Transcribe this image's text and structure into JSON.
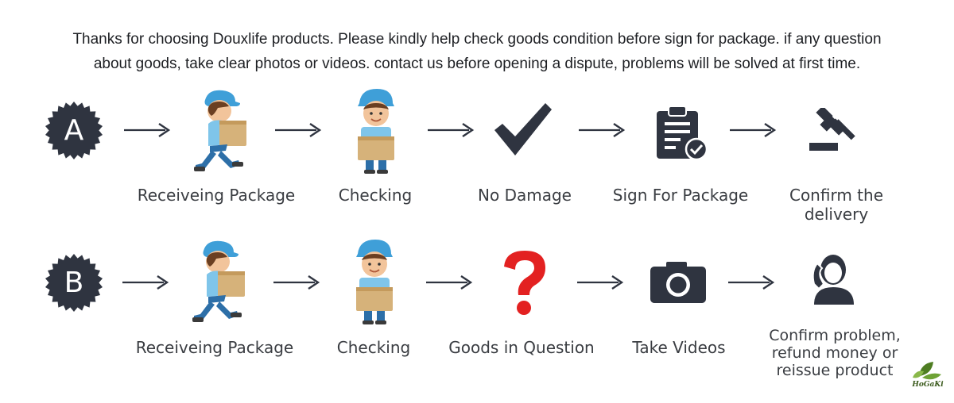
{
  "intro": {
    "line1": "Thanks for choosing Douxlife products. Please kindly help check goods condition before sign for package. if any question",
    "line2": "about goods, take clear photos or videos. contact us before opening a dispute, problems will be solved at first time."
  },
  "row_a": {
    "badge": "A",
    "steps": [
      {
        "label": "Receiveing Package",
        "icon": "courier-carrying-box-icon"
      },
      {
        "label": "Checking",
        "icon": "courier-holding-box-icon"
      },
      {
        "label": "No Damage",
        "icon": "check-mark-icon"
      },
      {
        "label": "Sign For Package",
        "icon": "clipboard-check-icon"
      },
      {
        "label": "Confirm the delivery",
        "icon": "gavel-icon"
      }
    ]
  },
  "row_b": {
    "badge": "B",
    "steps": [
      {
        "label": "Receiveing Package",
        "icon": "courier-carrying-box-icon"
      },
      {
        "label": "Checking",
        "icon": "courier-holding-box-icon"
      },
      {
        "label": "Goods in Question",
        "icon": "question-mark-icon"
      },
      {
        "label": "Take Videos",
        "icon": "camera-icon"
      },
      {
        "label_lines": [
          "Confirm problem,",
          "refund money or",
          "reissue product"
        ],
        "icon": "customer-service-icon"
      }
    ]
  },
  "logo": {
    "name": "HoGaKi"
  },
  "colors": {
    "dark": "#2f3440",
    "cap_blue": "#3f9fd8",
    "shirt_blue": "#7fc5ea",
    "box": "#d6b27a",
    "question_red": "#e32121"
  }
}
